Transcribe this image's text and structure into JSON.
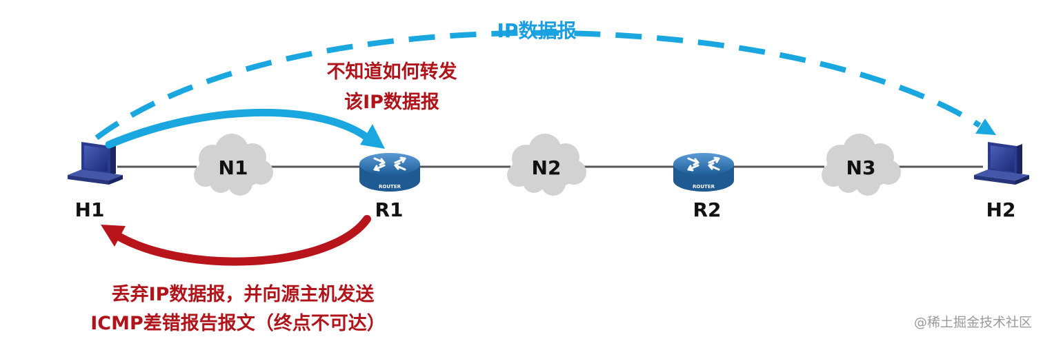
{
  "colors": {
    "blue_path": "#1aa7e0",
    "red_path": "#b8141c",
    "blue_text": "#1b9ee0",
    "red_text": "#b0141a",
    "link": "#555555",
    "cloud": "#d2d2d2",
    "router": "#2f6fa8"
  },
  "icons": [
    "computer-icon",
    "router-icon",
    "cloud-icon"
  ],
  "hosts": {
    "h1": "H1",
    "h2": "H2"
  },
  "routers": {
    "r1": "R1",
    "r2": "R2",
    "badge": "ROUTER"
  },
  "networks": {
    "n1": "N1",
    "n2": "N2",
    "n3": "N3"
  },
  "annotations": {
    "datagram": "IP数据报",
    "r1_problem": [
      "不知道如何转发",
      "该IP数据报"
    ],
    "icmp_note": [
      "丢弃IP数据报，并向源主机发送",
      "ICMP差错报告报文（终点不可达）"
    ]
  },
  "watermark": "@稀土掘金技术社区"
}
